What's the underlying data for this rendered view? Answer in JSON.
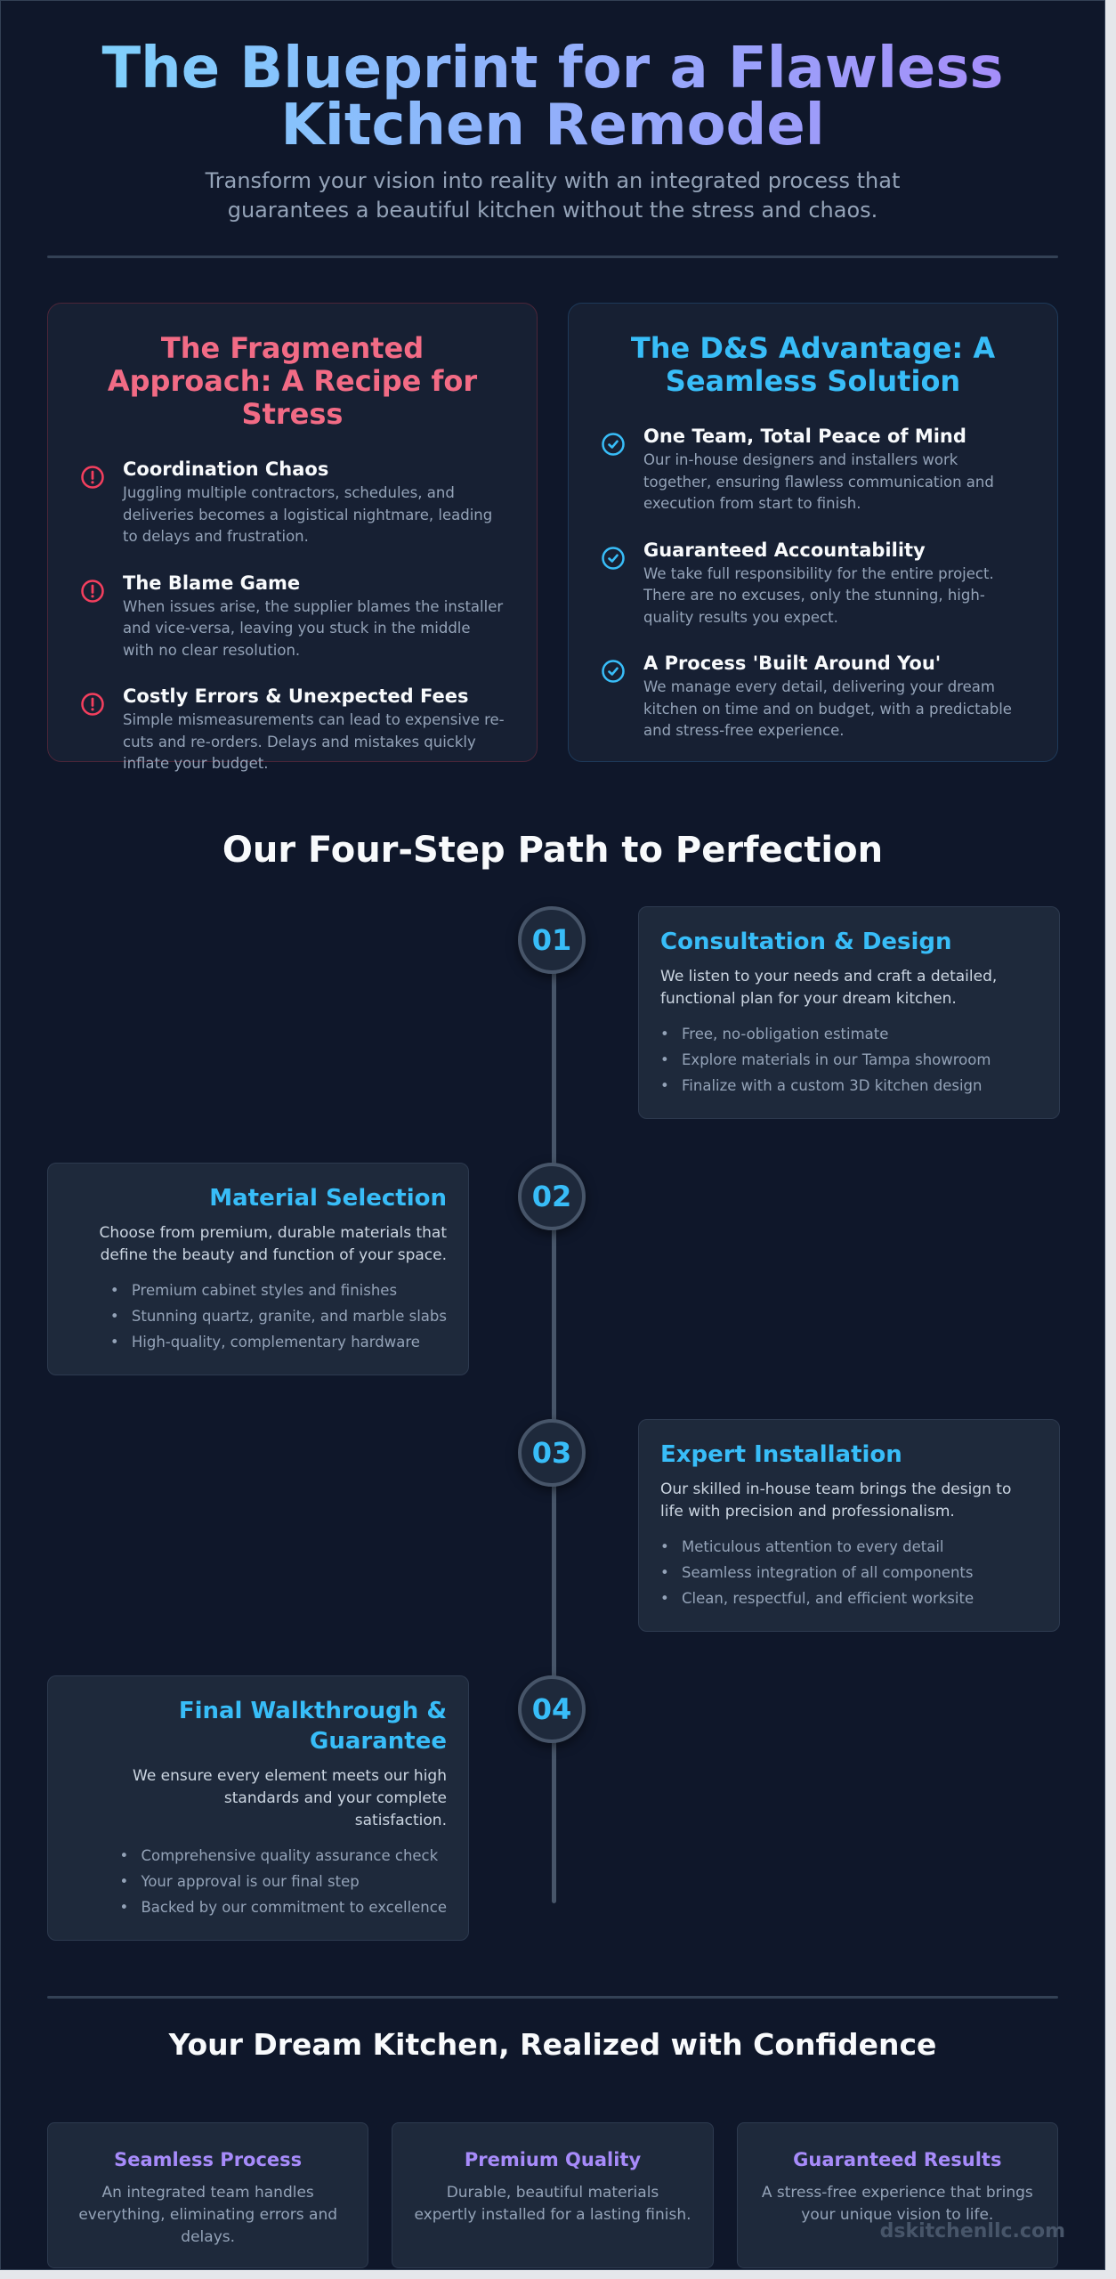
{
  "header": {
    "title": "The Blueprint for a Flawless Kitchen Remodel",
    "subtitle": "Transform your vision into reality with an integrated process that guarantees a beautiful kitchen without the stress and chaos."
  },
  "comparison": {
    "fragmented": {
      "title": "The Fragmented Approach: A Recipe for Stress",
      "icon": "alert-circle-icon",
      "color": "#f26b85",
      "points": [
        {
          "title": "Coordination Chaos",
          "text": "Juggling multiple contractors, schedules, and deliveries becomes a logistical nightmare, leading to delays and frustration."
        },
        {
          "title": "The Blame Game",
          "text": "When issues arise, the supplier blames the installer and vice-versa, leaving you stuck in the middle with no clear resolution."
        },
        {
          "title": "Costly Errors & Unexpected Fees",
          "text": "Simple mismeasurements can lead to expensive re-cuts and re-orders. Delays and mistakes quickly inflate your budget."
        }
      ]
    },
    "advantage": {
      "title": "The D&S Advantage: A Seamless Solution",
      "icon": "check-circle-icon",
      "color": "#38bdf8",
      "points": [
        {
          "title": "One Team, Total Peace of Mind",
          "text": "Our in-house designers and installers work together, ensuring flawless communication and execution from start to finish."
        },
        {
          "title": "Guaranteed Accountability",
          "text": "We take full responsibility for the entire project. There are no excuses, only the stunning, high-quality results you expect."
        },
        {
          "title": "A Process 'Built Around You'",
          "text": "We manage every detail, delivering your dream kitchen on time and on budget, with a predictable and stress-free experience."
        }
      ]
    }
  },
  "steps": {
    "heading": "Our Four-Step Path to Perfection",
    "items": [
      {
        "number": "01",
        "title": "Consultation & Design",
        "desc": "We listen to your needs and craft a detailed, functional plan for your dream kitchen.",
        "bullets": [
          "Free, no-obligation estimate",
          "Explore materials in our Tampa showroom",
          "Finalize with a custom 3D kitchen design"
        ]
      },
      {
        "number": "02",
        "title": "Material Selection",
        "desc": "Choose from premium, durable materials that define the beauty and function of your space.",
        "bullets": [
          "Premium cabinet styles and finishes",
          "Stunning quartz, granite, and marble slabs",
          "High-quality, complementary hardware"
        ]
      },
      {
        "number": "03",
        "title": "Expert Installation",
        "desc": "Our skilled in-house team brings the design to life with precision and professionalism.",
        "bullets": [
          "Meticulous attention to every detail",
          "Seamless integration of all components",
          "Clean, respectful, and efficient worksite"
        ]
      },
      {
        "number": "04",
        "title": "Final Walkthrough & Guarantee",
        "desc": "We ensure every element meets our high standards and your complete satisfaction.",
        "bullets": [
          "Comprehensive quality assurance check",
          "Your approval is our final step",
          "Backed by our commitment to excellence"
        ]
      }
    ]
  },
  "closing": {
    "heading": "Your Dream Kitchen, Realized with Confidence",
    "benefits": [
      {
        "title": "Seamless Process",
        "text": "An integrated team handles everything, eliminating errors and delays."
      },
      {
        "title": "Premium Quality",
        "text": "Durable, beautiful materials expertly installed for a lasting finish."
      },
      {
        "title": "Guaranteed Results",
        "text": "A stress-free experience that brings your unique vision to life."
      }
    ]
  },
  "footer": {
    "url": "dskitchenllc.com"
  },
  "colors": {
    "background": "#0f172a",
    "accent_blue": "#38bdf8",
    "accent_pink": "#f26b85",
    "accent_purple": "#a78bfa"
  }
}
